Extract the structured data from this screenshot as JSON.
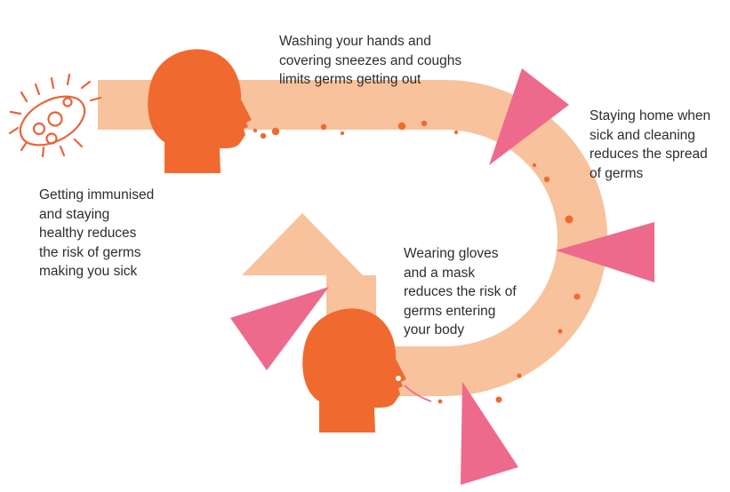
{
  "labels": {
    "washing": "Washing your hands and\ncovering sneezes and coughs\nlimits germs getting out",
    "staying_home": "Staying home when\nsick and cleaning\nreduces the spread\nof germs",
    "immunised": "Getting immunised\nand staying\nhealthy reduces\nthe risk of germs\nmaking you sick",
    "gloves": "Wearing gloves\nand a mask\nreduces the risk of\ngerms entering\nyour body"
  },
  "colors": {
    "path": "#f8c29c",
    "head": "#f06a30",
    "barrier": "#ee6a8c",
    "germ_outline": "#e8643a",
    "text": "#2d2d2d"
  },
  "icons": {
    "germ": "bacterium-icon",
    "head_top": "person-head-icon",
    "head_bottom": "person-head-icon",
    "barriers": "triangle-barrier-icon"
  }
}
